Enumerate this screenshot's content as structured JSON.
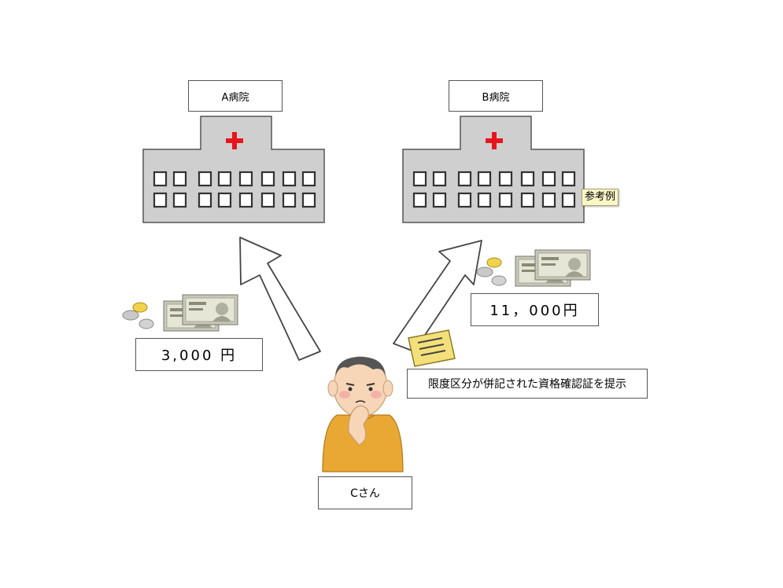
{
  "hospital_a": {
    "label": "A病院"
  },
  "hospital_b": {
    "label": "B病院",
    "badge": "参考例"
  },
  "payment_a": {
    "amount": "3,000 円"
  },
  "payment_b": {
    "amount": "11，000円"
  },
  "certificate_note": "限度区分が併記された資格確認証を提示",
  "person": {
    "label": "Cさん"
  }
}
